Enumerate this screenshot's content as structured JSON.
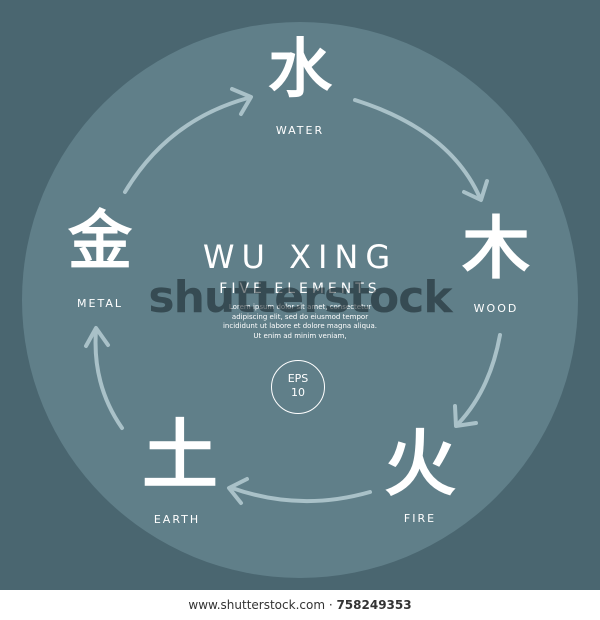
{
  "colors": {
    "background": "#4a6670",
    "circle": "#607f89",
    "arrow": "#a9c1c8",
    "text": "#ffffff"
  },
  "elements": [
    {
      "key": "water",
      "glyph": "水",
      "label": "WATER"
    },
    {
      "key": "wood",
      "glyph": "木",
      "label": "WOOD"
    },
    {
      "key": "fire",
      "glyph": "火",
      "label": "FIRE"
    },
    {
      "key": "earth",
      "glyph": "土",
      "label": "EARTH"
    },
    {
      "key": "metal",
      "glyph": "金",
      "label": "METAL"
    }
  ],
  "center": {
    "title": "WU XING",
    "subtitle": "FIVE ELEMENTS",
    "lorem": "Lorem ipsum dolor sit amet, consectetur adipiscing elit, sed do eiusmod tempor incididunt ut labore et dolore magna aliqua. Ut enim ad minim veniam,",
    "badge_line1": "EPS",
    "badge_line2": "10"
  },
  "watermark": "shutterstock",
  "footer": {
    "site": "www.shutterstock.com · ",
    "image_id": "758249353"
  }
}
